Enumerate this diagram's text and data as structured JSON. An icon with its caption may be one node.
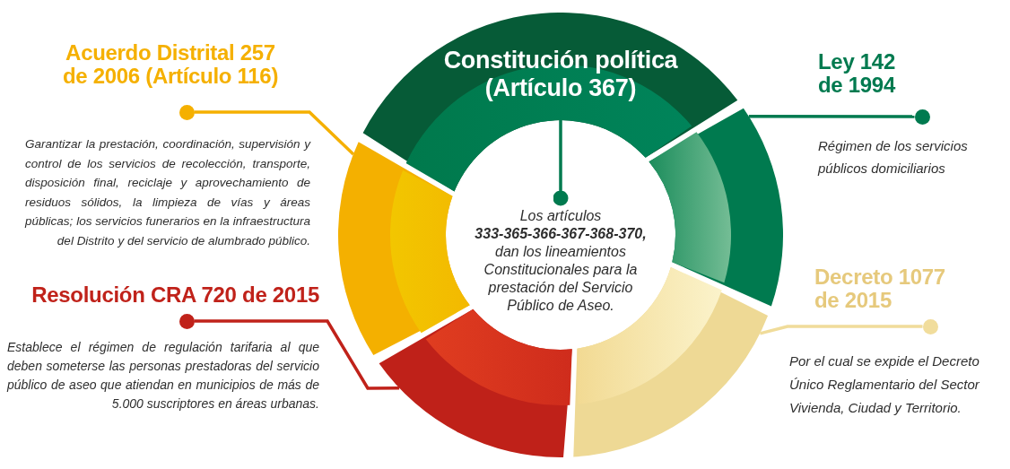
{
  "diagram": {
    "nodes": [
      {
        "text": [
          "Constitución política (Artículo 367)"
        ]
      },
      {
        "text": [
          "Los artículos **333-365-366-367-368-370,** dan los lineamientos Constitucionales para la prestación del Servicio Público de Aseo."
        ]
      },
      {
        "text": [],
        "shape": "arc"
      },
      {
        "text": [],
        "shape": "circle",
        "beside": [
          "Ley 142 de 1994",
          "Régimen de los servicios públicos domiciliarios"
        ]
      },
      {
        "text": [],
        "shape": "arc"
      },
      {
        "text": [],
        "shape": "circle",
        "beside": [
          "Decreto 1077 de 2015",
          "Por el cual se expide el Decreto Único Reglamentario del Sector Vivienda, Ciudad y Territorio."
        ]
      },
      {
        "text": [],
        "shape": "arc"
      },
      {
        "text": [],
        "shape": "circle",
        "beside": [
          "Resolución CRA 720 de 2015",
          "Establece el régimen de regulación tarifaria al que deben someterse las personas prestadoras del servicio público de aseo que atiendan en municipios de más de 5.000 suscriptores en áreas urbanas."
        ]
      },
      {
        "text": [],
        "shape": "arc"
      },
      {
        "text": [],
        "shape": "circle",
        "beside": [
          "Acuerdo Distrital 257 de 2006 (Artículo 116)",
          "Garantizar la prestación, coordinación, supervisión y control de los servicios de recolección, transporte, disposición final, reciclaje y aprovechamiento de residuos sólidos, la limpieza de vías y áreas públicas; los servicios funerarios en la infraestructura del Distrito y del servicio de alumbrado público."
        ]
      }
    ],
    "edges": [
      {
        "from": 0,
        "to": 1,
        "arrow": "other",
        "color": "#007a4f"
      },
      {
        "from": 2,
        "to": 3,
        "arrow": "none",
        "color": "#007a4f"
      },
      {
        "from": 4,
        "to": 5,
        "arrow": "none",
        "color": "#f0dc9a"
      },
      {
        "from": 6,
        "to": 7,
        "arrow": "none",
        "color": "#c0221a"
      },
      {
        "from": 8,
        "to": 9,
        "arrow": "none",
        "color": "#f5b000"
      }
    ]
  }
}
